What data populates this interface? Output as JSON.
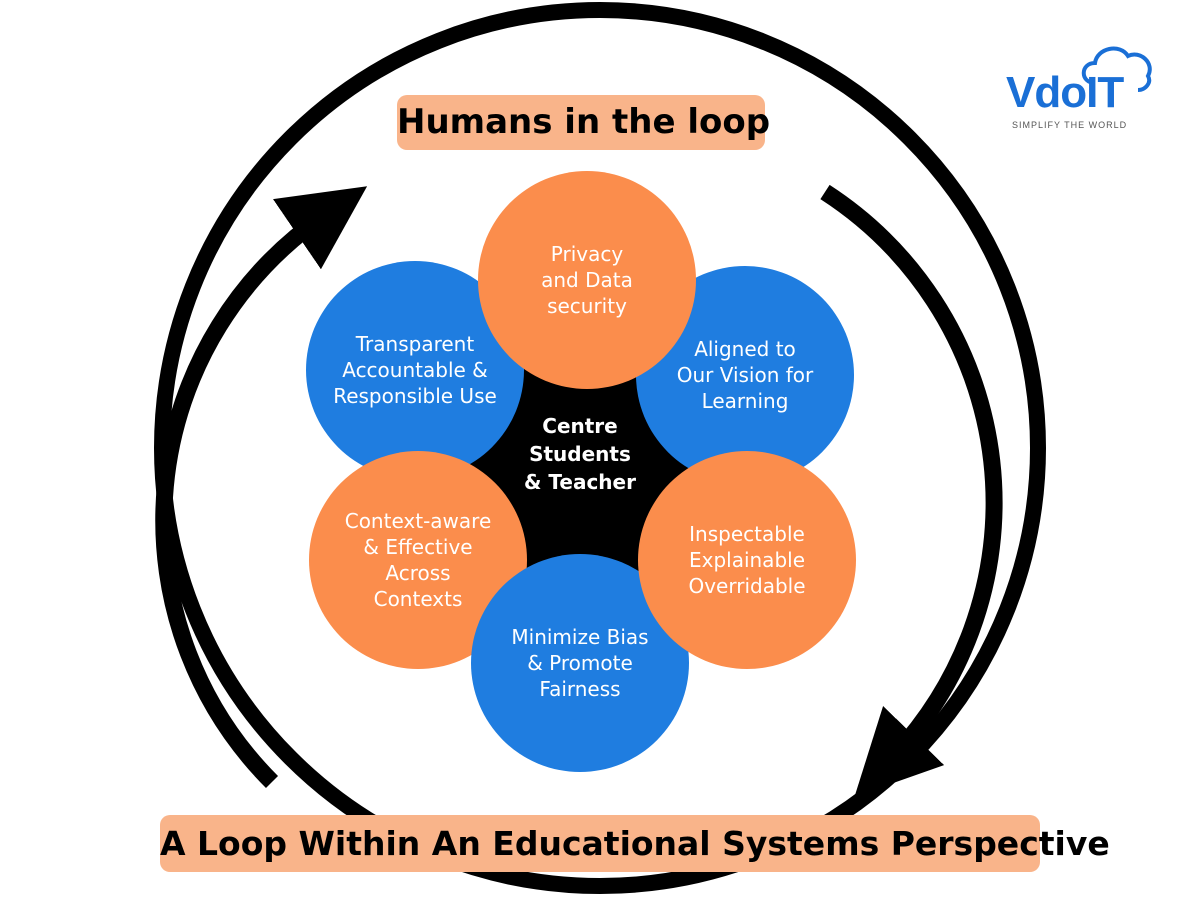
{
  "title_top": "Humans in the loop",
  "title_bottom": "A Loop Within An Educational Systems Perspective",
  "center": "Centre\nStudents\n& Teacher",
  "principles": [
    {
      "label": "Privacy\nand Data\nsecurity",
      "color": "#fb8d4c"
    },
    {
      "label": "Transparent\nAccountable &\nResponsible Use",
      "color": "#1f7de0"
    },
    {
      "label": "Aligned to\nOur Vision for\nLearning",
      "color": "#1f7de0"
    },
    {
      "label": "Context-aware\n& Effective\nAcross\nContexts",
      "color": "#fb8d4c"
    },
    {
      "label": "Inspectable\nExplainable\nOverridable",
      "color": "#fb8d4c"
    },
    {
      "label": "Minimize Bias\n& Promote\nFairness",
      "color": "#1f7de0"
    }
  ],
  "logo": {
    "brand": "VdoIT",
    "tagline": "SIMPLIFY THE WORLD"
  }
}
